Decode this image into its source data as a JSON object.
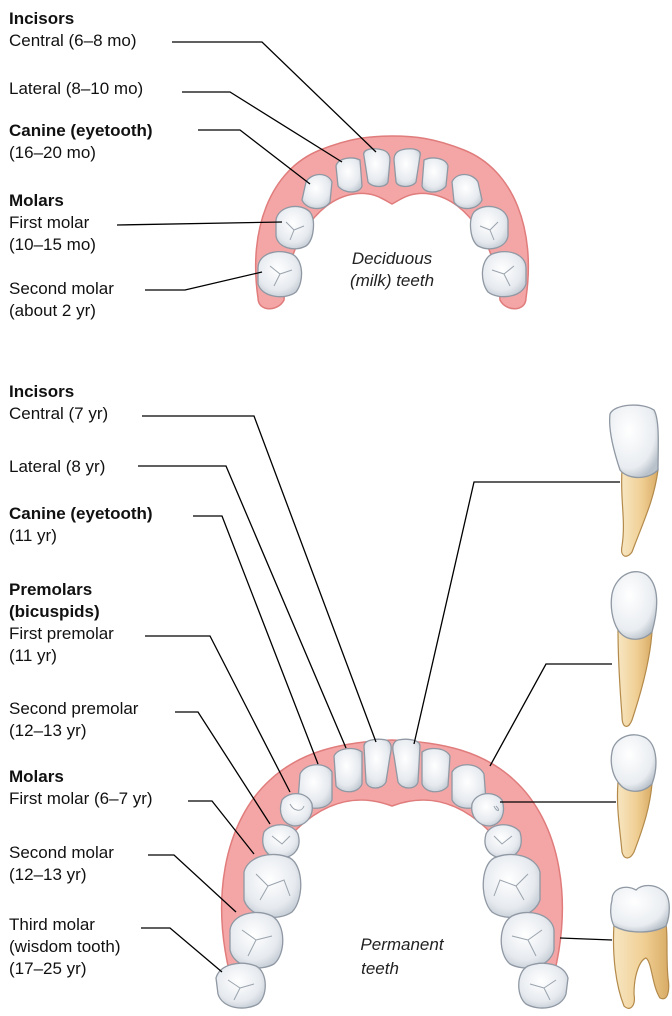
{
  "deciduous": {
    "incisors_heading": "Incisors",
    "central": "Central (6–8 mo)",
    "lateral": "Lateral (8–10 mo)",
    "canine_heading": "Canine (eyetooth)",
    "canine_age": "(16–20 mo)",
    "molars_heading": "Molars",
    "first_molar": "First molar",
    "first_molar_age": "(10–15 mo)",
    "second_molar": "Second molar",
    "second_molar_age": "(about 2 yr)",
    "caption_line1": "Deciduous",
    "caption_line2": "(milk) teeth"
  },
  "permanent": {
    "incisors_heading": "Incisors",
    "central": "Central (7 yr)",
    "lateral": "Lateral (8 yr)",
    "canine_heading": "Canine (eyetooth)",
    "canine_age": "(11 yr)",
    "premolars_heading": "Premolars",
    "premolars_heading2": "(bicuspids)",
    "first_premolar": "First premolar",
    "first_premolar_age": "(11 yr)",
    "second_premolar": "Second premolar",
    "second_premolar_age": "(12–13 yr)",
    "molars_heading": "Molars",
    "first_molar": "First molar (6–7 yr)",
    "second_molar": "Second molar",
    "second_molar_age": "(12–13 yr)",
    "third_molar": "Third molar",
    "third_molar_line2": "(wisdom tooth)",
    "third_molar_age": "(17–25 yr)",
    "caption_line1": "Permanent",
    "caption_line2": "teeth"
  },
  "colors": {
    "gum": "#f4a6a6",
    "gum_edge": "#e07c7c",
    "tooth": "#eef1f4",
    "tooth_edge": "#8f98a3",
    "root": "#f2d9a6",
    "leader": "#000000"
  }
}
